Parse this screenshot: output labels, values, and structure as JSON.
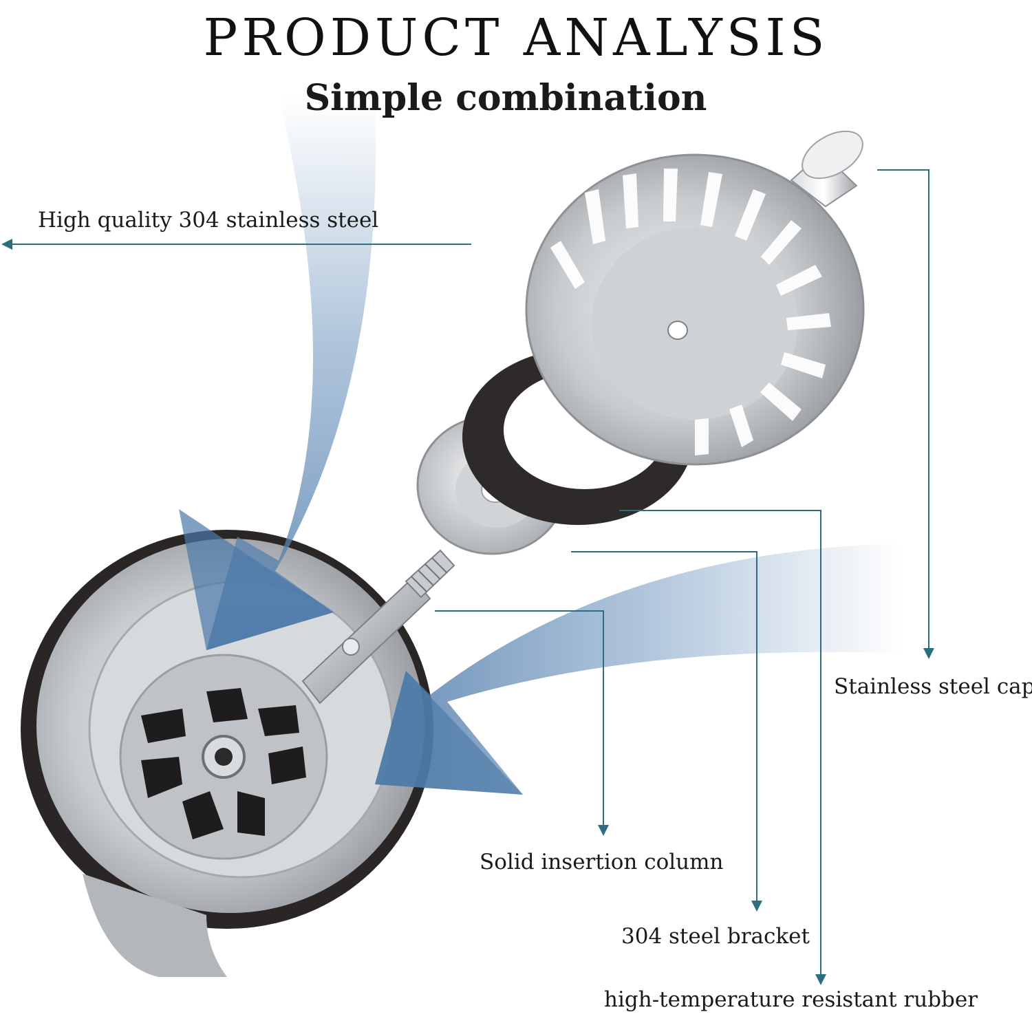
{
  "header": {
    "title": "PRODUCT ANALYSIS",
    "subtitle": "Simple combination"
  },
  "callouts": {
    "steel": "High quality 304 stainless steel",
    "cap": "Stainless steel cap",
    "column": "Solid insertion column",
    "bracket": "304 steel bracket",
    "rubber": "high-temperature resistant rubber"
  },
  "colors": {
    "leader_line": "#2c6e80",
    "flow_arrow": "#6d94bd",
    "steel_light": "#e6e8ea",
    "steel_dark": "#8d9196",
    "rubber": "#2f2a2a"
  }
}
